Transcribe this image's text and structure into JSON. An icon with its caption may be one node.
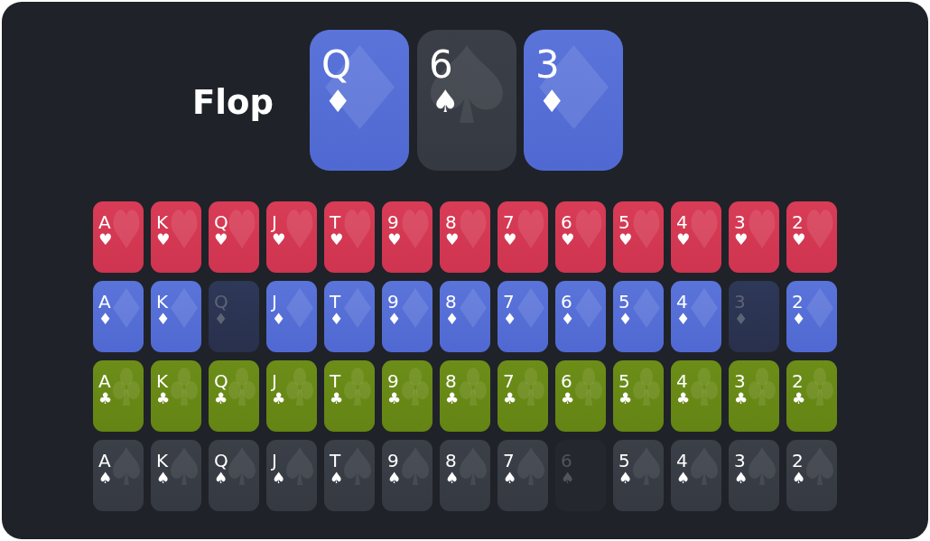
{
  "diagram": {
    "nodes": [
      {
        "text": [
          "Q",
          "♦"
        ]
      },
      {
        "text": [
          "6",
          "♠"
        ]
      },
      {
        "text": [
          "3",
          "♦"
        ]
      },
      {
        "text": [
          "A",
          "♥"
        ]
      },
      {
        "text": [
          "K",
          "♥"
        ]
      },
      {
        "text": [
          "Q",
          "♥"
        ]
      },
      {
        "text": [
          "J",
          "♥"
        ]
      },
      {
        "text": [
          "T",
          "♥"
        ]
      },
      {
        "text": [
          "9",
          "♥"
        ]
      },
      {
        "text": [
          "8",
          "♥"
        ]
      },
      {
        "text": [
          "7",
          "♥"
        ]
      },
      {
        "text": [
          "6",
          "♥"
        ]
      },
      {
        "text": [
          "5",
          "♥"
        ]
      },
      {
        "text": [
          "4",
          "♥"
        ]
      },
      {
        "text": [
          "3",
          "♥"
        ]
      },
      {
        "text": [
          "2",
          "♥"
        ]
      },
      {
        "text": [
          "A",
          "♦"
        ]
      },
      {
        "text": [
          "K",
          "♦"
        ]
      },
      {
        "text": [
          "Q",
          "♦"
        ]
      },
      {
        "text": [
          "J",
          "♦"
        ]
      },
      {
        "text": [
          "T",
          "♦"
        ]
      },
      {
        "text": [
          "9",
          "♦"
        ]
      },
      {
        "text": [
          "8",
          "♦"
        ]
      },
      {
        "text": [
          "7",
          "♦"
        ]
      },
      {
        "text": [
          "6",
          "♦"
        ]
      },
      {
        "text": [
          "5",
          "♦"
        ]
      },
      {
        "text": [
          "4",
          "♦"
        ]
      },
      {
        "text": [
          "3",
          "♦"
        ]
      },
      {
        "text": [
          "2",
          "♦"
        ]
      },
      {
        "text": [
          "A",
          "♣"
        ]
      },
      {
        "text": [
          "K",
          "♣"
        ]
      },
      {
        "text": [
          "Q",
          "♣"
        ]
      },
      {
        "text": [
          "J",
          "♣"
        ]
      },
      {
        "text": [
          "T",
          "♣"
        ]
      },
      {
        "text": [
          "9",
          "♣"
        ]
      },
      {
        "text": [
          "8",
          "♣"
        ]
      },
      {
        "text": [
          "7",
          "♣"
        ]
      },
      {
        "text": [
          "6",
          "♣"
        ]
      },
      {
        "text": [
          "5",
          "♣"
        ]
      },
      {
        "text": [
          "4",
          "♣"
        ]
      },
      {
        "text": [
          "3",
          "♣"
        ]
      },
      {
        "text": [
          "2",
          "♣"
        ]
      },
      {
        "text": [
          "A",
          "♠"
        ]
      },
      {
        "text": [
          "K",
          "♠"
        ]
      },
      {
        "text": [
          "Q",
          "♠"
        ]
      },
      {
        "text": [
          "J",
          "♠"
        ]
      },
      {
        "text": [
          "T",
          "♠"
        ]
      },
      {
        "text": [
          "9",
          "♠"
        ]
      },
      {
        "text": [
          "8",
          "♠"
        ]
      },
      {
        "text": [
          "7",
          "♠"
        ]
      },
      {
        "text": [
          "6",
          "♠"
        ]
      },
      {
        "text": [
          "5",
          "♠"
        ]
      },
      {
        "text": [
          "4",
          "♠"
        ]
      },
      {
        "text": [
          "3",
          "♠"
        ]
      },
      {
        "text": [
          "2",
          "♠"
        ]
      }
    ],
    "labels": [
      "Flop"
    ]
  }
}
